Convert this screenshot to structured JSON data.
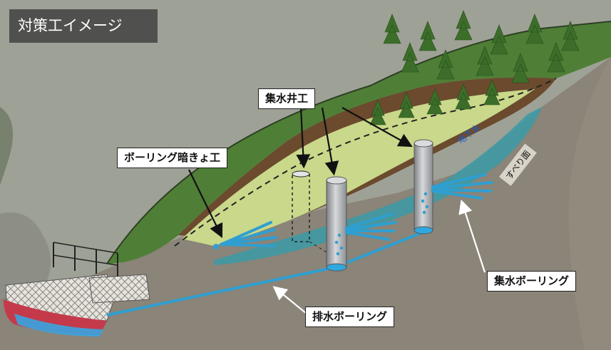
{
  "title": "対策工イメージ",
  "labels": {
    "shusui_seiko": "集水井工",
    "boring_ankyo": "ボーリング暗きょ工",
    "shusui_boring": "集水ボーリング",
    "haisui_boring": "排水ボーリング",
    "chikasui": "地下水",
    "suberimen": "すべり面"
  },
  "colors": {
    "ground": "#8b8478",
    "vegetation": "#4f7f36",
    "soil_layer": "#6b4a2e",
    "slide_mass": "#c9d88a",
    "groundwater": "#3a9aa6",
    "pipe": "#2f9fd0",
    "well": "#a9adb1",
    "overlay": "#464646"
  },
  "icons": [
    "tree-icon",
    "arrow-icon",
    "water-drop-icon"
  ]
}
